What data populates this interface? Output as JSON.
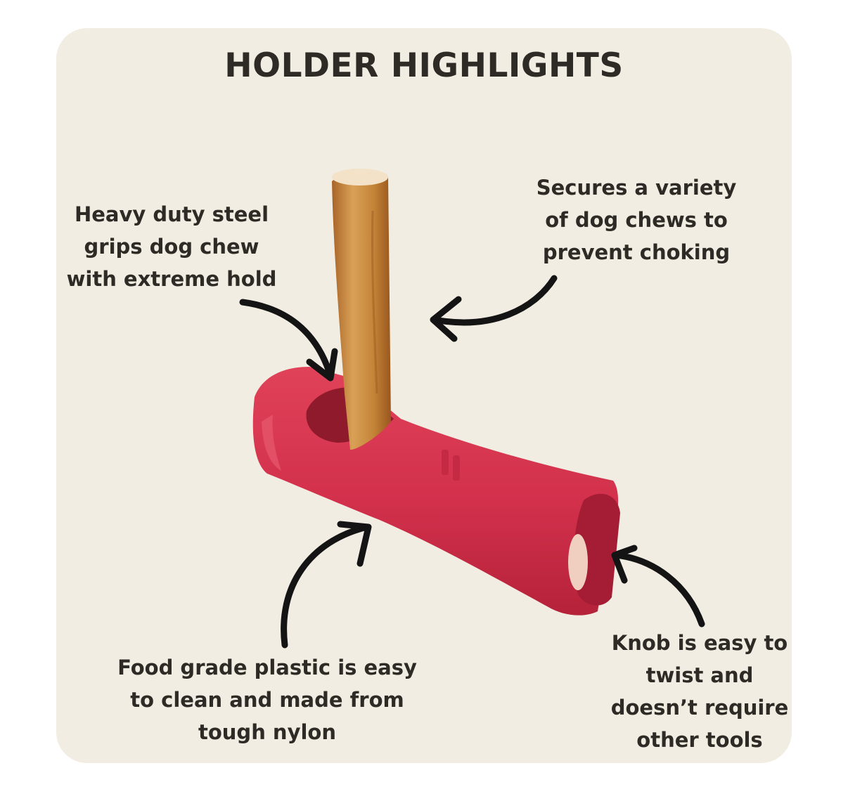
{
  "title": "HOLDER HIGHLIGHTS",
  "callouts": {
    "steel": [
      "Heavy duty steel",
      "grips dog chew",
      "with extreme hold"
    ],
    "secures": [
      "Secures a variety",
      "of dog chews to",
      "prevent choking"
    ],
    "plastic": [
      "Food grade plastic is easy",
      "to clean and made from",
      "tough nylon"
    ],
    "knob": [
      "Knob is easy to",
      "twist and",
      "doesn’t require",
      "other tools"
    ]
  },
  "colors": {
    "card": "#f2ede2",
    "text": "#2e2a25",
    "holder": "#d2304b",
    "chew": "#c98a3e",
    "arrow": "#141414"
  }
}
